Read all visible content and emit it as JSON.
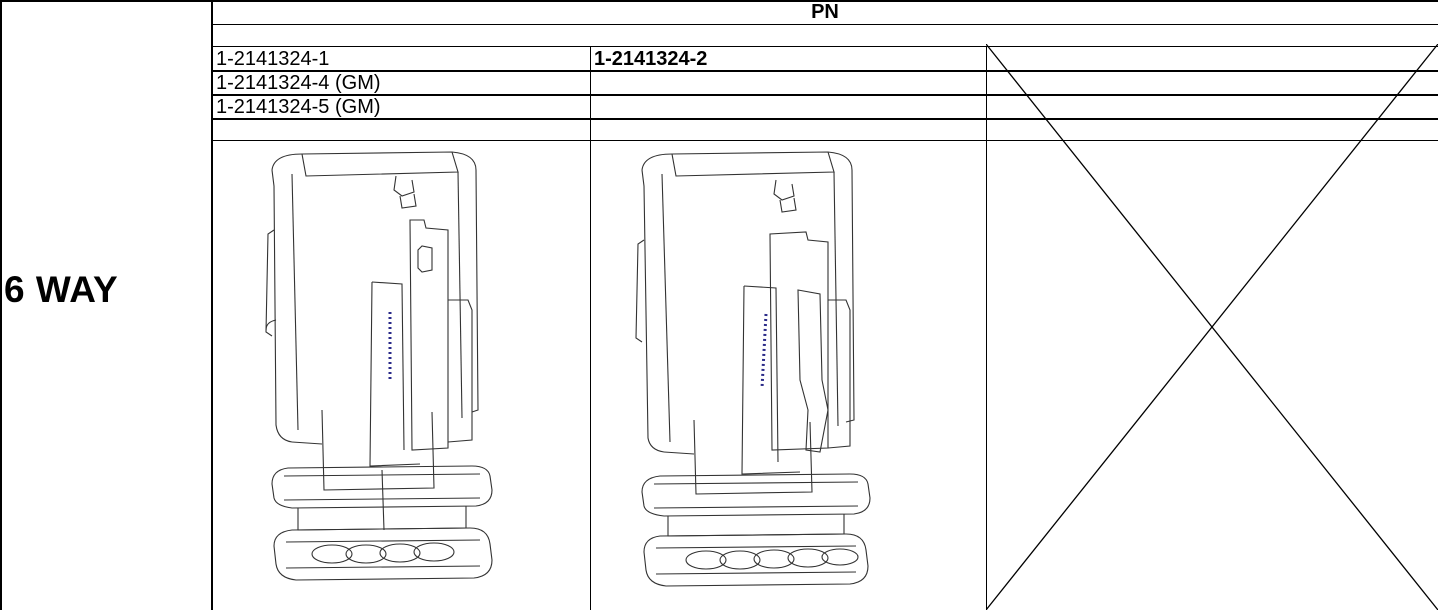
{
  "table": {
    "header": "PN",
    "row_label": "6 WAY",
    "part_numbers": {
      "col1": [
        "1-2141324-1",
        "1-2141324-4 (GM)",
        "1-2141324-5 (GM)"
      ],
      "col2": [
        "1-2141324-2"
      ]
    },
    "images": [
      {
        "name": "connector-drawing-1",
        "marking": "XXXXXXX-X"
      },
      {
        "name": "connector-drawing-2",
        "marking": "XXXXXXX-X"
      }
    ],
    "empty_cell": "crossed-out"
  }
}
